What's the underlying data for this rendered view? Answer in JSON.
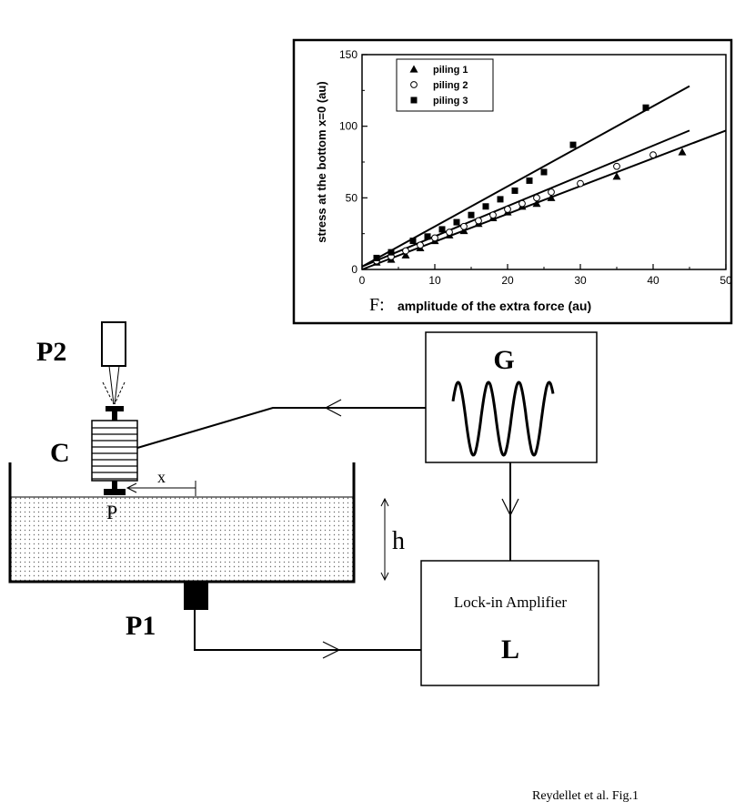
{
  "figure": {
    "labels": {
      "p2": "P2",
      "c": "C",
      "p": "P",
      "x": "x",
      "h": "h",
      "p1": "P1",
      "g": "G",
      "lockin_title": "Lock-in Amplifier",
      "lockin_letter": "L"
    },
    "caption": "Reydellet et al. Fig.1"
  },
  "chart_data": {
    "type": "scatter",
    "title": "",
    "xlabel_prefix": "F:",
    "xlabel": "amplitude of the extra force (au)",
    "ylabel": "stress at the bottom x=0 (au)",
    "xlim": [
      0,
      50
    ],
    "ylim": [
      0,
      150
    ],
    "xticks": [
      "0",
      "10",
      "20",
      "30",
      "40",
      "50"
    ],
    "yticks": [
      "0",
      "50",
      "100",
      "150"
    ],
    "grid": false,
    "legend_position": "top-left",
    "series": [
      {
        "name": "piling 1",
        "marker": "triangle",
        "points": [
          [
            2,
            5
          ],
          [
            4,
            7
          ],
          [
            6,
            10
          ],
          [
            8,
            15
          ],
          [
            10,
            20
          ],
          [
            12,
            24
          ],
          [
            14,
            27
          ],
          [
            16,
            32
          ],
          [
            18,
            36
          ],
          [
            20,
            40
          ],
          [
            22,
            44
          ],
          [
            24,
            46
          ],
          [
            26,
            50
          ],
          [
            35,
            65
          ],
          [
            44,
            82
          ]
        ],
        "fit": [
          [
            0,
            0
          ],
          [
            50,
            97
          ]
        ]
      },
      {
        "name": "piling 2",
        "marker": "circle-open",
        "points": [
          [
            2,
            6
          ],
          [
            4,
            9
          ],
          [
            6,
            13
          ],
          [
            8,
            17
          ],
          [
            10,
            22
          ],
          [
            12,
            26
          ],
          [
            14,
            30
          ],
          [
            16,
            34
          ],
          [
            18,
            38
          ],
          [
            20,
            42
          ],
          [
            22,
            46
          ],
          [
            24,
            50
          ],
          [
            26,
            54
          ],
          [
            30,
            60
          ],
          [
            35,
            72
          ],
          [
            40,
            80
          ]
        ],
        "fit": [
          [
            0,
            2
          ],
          [
            45,
            97
          ]
        ]
      },
      {
        "name": "piling 3",
        "marker": "square",
        "points": [
          [
            2,
            8
          ],
          [
            4,
            12
          ],
          [
            7,
            20
          ],
          [
            9,
            23
          ],
          [
            11,
            28
          ],
          [
            13,
            33
          ],
          [
            15,
            38
          ],
          [
            17,
            44
          ],
          [
            19,
            49
          ],
          [
            21,
            55
          ],
          [
            23,
            62
          ],
          [
            25,
            68
          ],
          [
            29,
            87
          ],
          [
            39,
            113
          ]
        ],
        "fit": [
          [
            0,
            2
          ],
          [
            45,
            128
          ]
        ]
      }
    ]
  }
}
